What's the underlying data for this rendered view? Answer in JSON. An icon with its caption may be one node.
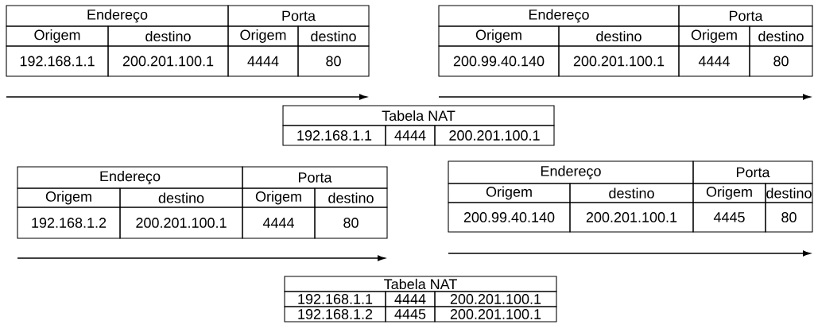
{
  "diagram": {
    "labels": [
      "Endereço",
      "Porta",
      "Origem",
      "destino",
      "Origem",
      "destino",
      "192.168.1.1",
      "200.201.100.1",
      "4444",
      "80",
      "Endereço",
      "Porta",
      "Origem",
      "destino",
      "Origem",
      "destino",
      "200.99.40.140",
      "200.201.100.1",
      "4444",
      "80",
      "Tabela NAT",
      "192.168.1.1",
      "4444",
      "200.201.100.1",
      "Endereço",
      "Porta",
      "Origem",
      "destino",
      "Origem",
      "destino",
      "192.168.1.2",
      "200.201.100.1",
      "4444",
      "80",
      "Endereço",
      "Porta",
      "Origem",
      "destino",
      "Origem",
      "destino",
      "200.99.40.140",
      "200.201.100.1",
      "4445",
      "80",
      "Tabela NAT",
      "192.168.1.1",
      "4444",
      "200.201.100.1",
      "192.168.1.2",
      "4445",
      "200.201.100.1"
    ]
  }
}
